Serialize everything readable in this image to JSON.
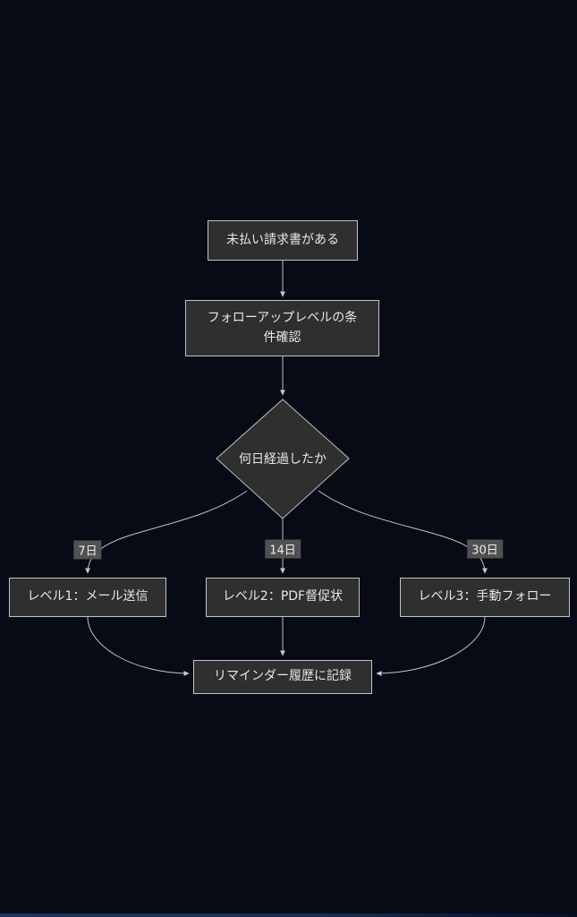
{
  "page": {
    "background": "#060b16",
    "bottom_bar_color": "#20315f"
  },
  "diagram": {
    "type": "flowchart",
    "direction": "top-down",
    "colors": {
      "node_fill": "#2f2f2f",
      "node_border": "#c3c3c3",
      "node_text": "#e6e6e6",
      "edge": "#c2c2c2",
      "edge_label_bg": "#515151",
      "edge_label_text": "#ededed"
    },
    "nodes": {
      "start": {
        "label": "未払い請求書がある",
        "shape": "rect"
      },
      "check": {
        "label": "フォローアップレベルの条件確認",
        "shape": "rect"
      },
      "decision": {
        "label": "何日経過したか",
        "shape": "diamond"
      },
      "level1": {
        "label": "レベル1：メール送信",
        "shape": "rect"
      },
      "level2": {
        "label": "レベル2：PDF督促状",
        "shape": "rect"
      },
      "level3": {
        "label": "レベル3：手動フォロー",
        "shape": "rect"
      },
      "record": {
        "label": "リマインダー履歴に記録",
        "shape": "rect"
      }
    },
    "edge_labels": {
      "days7": "7日",
      "days14": "14日",
      "days30": "30日"
    },
    "edges": [
      {
        "from": "start",
        "to": "check",
        "label": ""
      },
      {
        "from": "check",
        "to": "decision",
        "label": ""
      },
      {
        "from": "decision",
        "to": "level1",
        "label": "7日"
      },
      {
        "from": "decision",
        "to": "level2",
        "label": "14日"
      },
      {
        "from": "decision",
        "to": "level3",
        "label": "30日"
      },
      {
        "from": "level1",
        "to": "record",
        "label": ""
      },
      {
        "from": "level2",
        "to": "record",
        "label": ""
      },
      {
        "from": "level3",
        "to": "record",
        "label": ""
      }
    ]
  }
}
